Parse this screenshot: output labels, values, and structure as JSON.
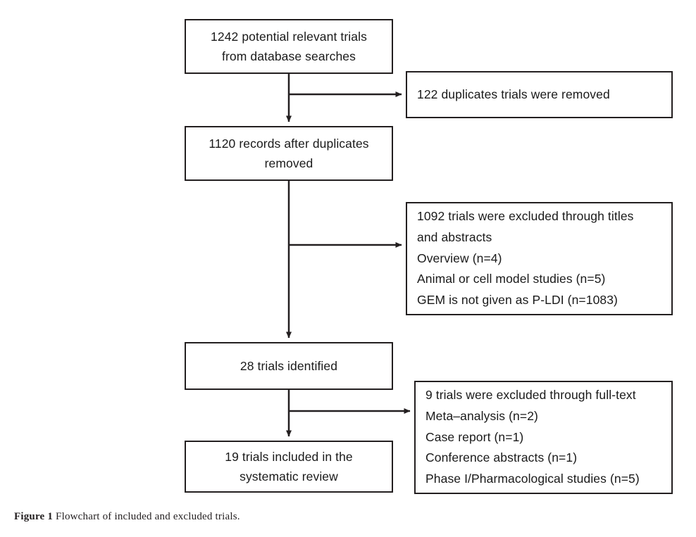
{
  "figure": {
    "caption_label": "Figure 1",
    "caption_text": "Flowchart of included and excluded trials.",
    "type": "prisma-flowchart",
    "line_color": "#231f20",
    "box_fill": "#ffffff",
    "text_color": "#1a1a1a"
  },
  "nodes": {
    "records_identified": {
      "name": "records-identified",
      "line1": "1242 potential relevant trials",
      "line2": "from database searches",
      "count": 1242
    },
    "duplicates_removed": {
      "name": "duplicates-removed",
      "line1": "122 duplicates trials were removed",
      "count": 122
    },
    "records_after_duplicates": {
      "name": "records-after-duplicates-removed",
      "line1": "1120 records after duplicates",
      "line2": "removed",
      "count": 1120
    },
    "excluded_titles_abstracts": {
      "name": "excluded-through-titles-and-abstracts",
      "line1": "1092 trials were excluded through titles",
      "line2": "and abstracts",
      "line3": "Overview (n=4)",
      "line4": "Animal or cell model studies (n=5)",
      "line5": "GEM is not given as P-LDI (n=1083)",
      "count": 1092,
      "reasons": [
        {
          "label": "Overview",
          "n": 4
        },
        {
          "label": "Animal or cell model studies",
          "n": 5
        },
        {
          "label": "GEM is not given as P-LDI",
          "n": 1083
        }
      ]
    },
    "trials_identified": {
      "name": "trials-identified",
      "line1": "28 trials identified",
      "count": 28
    },
    "excluded_fulltext": {
      "name": "excluded-through-full-text",
      "line1": "9 trials were excluded through full-text",
      "line2": "Meta–analysis (n=2)",
      "line3": "Case report (n=1)",
      "line4": "Conference abstracts (n=1)",
      "line5": " Phase I/Pharmacological studies (n=5)",
      "count": 9,
      "reasons": [
        {
          "label": "Meta–analysis",
          "n": 2
        },
        {
          "label": "Case report",
          "n": 1
        },
        {
          "label": "Conference abstracts",
          "n": 1
        },
        {
          "label": "Phase I/Pharmacological studies",
          "n": 5
        }
      ]
    },
    "trials_included": {
      "name": "trials-included-systematic-review",
      "line1": "19 trials included in the",
      "line2": "systematic review",
      "count": 19
    }
  },
  "connectors": [
    {
      "name": "records-to-after-duplicates",
      "direction": "down"
    },
    {
      "name": "branch-to-duplicates-removed",
      "direction": "right"
    },
    {
      "name": "after-duplicates-to-trials-identified",
      "direction": "down"
    },
    {
      "name": "branch-to-excluded-titles",
      "direction": "right"
    },
    {
      "name": "trials-identified-to-included",
      "direction": "down"
    },
    {
      "name": "branch-to-excluded-fulltext",
      "direction": "right"
    }
  ]
}
